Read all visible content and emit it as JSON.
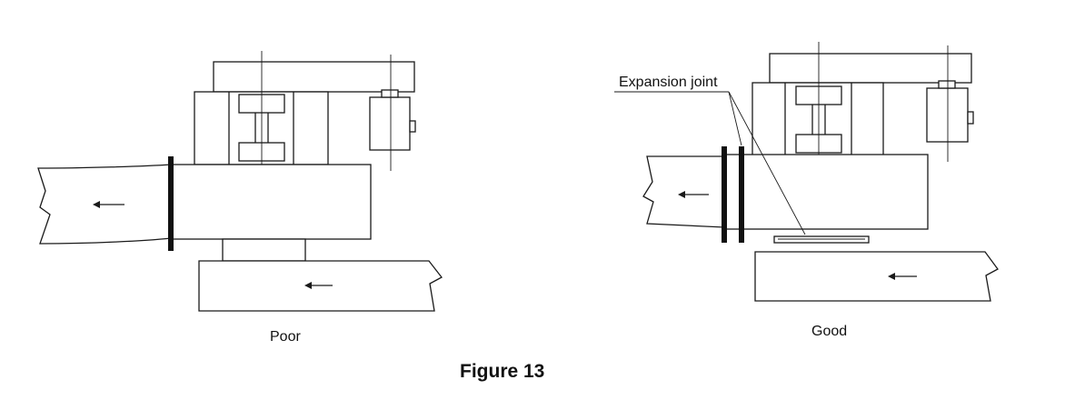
{
  "figure": {
    "title": "Figure 13"
  },
  "panels": {
    "poor": {
      "caption": "Poor"
    },
    "good": {
      "caption": "Good",
      "callout": "Expansion joint"
    }
  },
  "colors": {
    "line": "#1a1a1a",
    "background": "#ffffff"
  }
}
